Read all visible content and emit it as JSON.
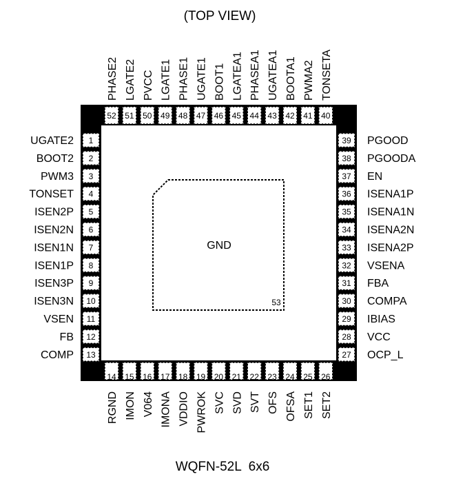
{
  "header": {
    "title": "(TOP VIEW)"
  },
  "footer": {
    "package": "WQFN-52L  6x6"
  },
  "colors": {
    "ink": "#000000",
    "background": "#ffffff"
  },
  "pad": {
    "label": "GND",
    "number": "53"
  },
  "pins": {
    "left": [
      {
        "num": "1",
        "name": "UGATE2"
      },
      {
        "num": "2",
        "name": "BOOT2"
      },
      {
        "num": "3",
        "name": "PWM3"
      },
      {
        "num": "4",
        "name": "TONSET"
      },
      {
        "num": "5",
        "name": "ISEN2P"
      },
      {
        "num": "6",
        "name": "ISEN2N"
      },
      {
        "num": "7",
        "name": "ISEN1N"
      },
      {
        "num": "8",
        "name": "ISEN1P"
      },
      {
        "num": "9",
        "name": "ISEN3P"
      },
      {
        "num": "10",
        "name": "ISEN3N"
      },
      {
        "num": "11",
        "name": "VSEN"
      },
      {
        "num": "12",
        "name": "FB"
      },
      {
        "num": "13",
        "name": "COMP"
      }
    ],
    "bottom": [
      {
        "num": "14",
        "name": "RGND"
      },
      {
        "num": "15",
        "name": "IMON"
      },
      {
        "num": "16",
        "name": "V064"
      },
      {
        "num": "17",
        "name": "IMONA"
      },
      {
        "num": "18",
        "name": "VDDIO"
      },
      {
        "num": "19",
        "name": "PWROK"
      },
      {
        "num": "20",
        "name": "SVC"
      },
      {
        "num": "21",
        "name": "SVD"
      },
      {
        "num": "22",
        "name": "SVT"
      },
      {
        "num": "23",
        "name": "OFS"
      },
      {
        "num": "24",
        "name": "OFSA"
      },
      {
        "num": "25",
        "name": "SET1"
      },
      {
        "num": "26",
        "name": "SET2"
      }
    ],
    "right": [
      {
        "num": "39",
        "name": "PGOOD"
      },
      {
        "num": "38",
        "name": "PGOODA"
      },
      {
        "num": "37",
        "name": "EN"
      },
      {
        "num": "36",
        "name": "ISENA1P"
      },
      {
        "num": "35",
        "name": "ISENA1N"
      },
      {
        "num": "34",
        "name": "ISENA2N"
      },
      {
        "num": "33",
        "name": "ISENA2P"
      },
      {
        "num": "32",
        "name": "VSENA"
      },
      {
        "num": "31",
        "name": "FBA"
      },
      {
        "num": "30",
        "name": "COMPA"
      },
      {
        "num": "29",
        "name": "IBIAS"
      },
      {
        "num": "28",
        "name": "VCC"
      },
      {
        "num": "27",
        "name": "OCP_L"
      }
    ],
    "top": [
      {
        "num": "52",
        "name": "PHASE2"
      },
      {
        "num": "51",
        "name": "LGATE2"
      },
      {
        "num": "50",
        "name": "PVCC"
      },
      {
        "num": "49",
        "name": "LGATE1"
      },
      {
        "num": "48",
        "name": "PHASE1"
      },
      {
        "num": "47",
        "name": "UGATE1"
      },
      {
        "num": "46",
        "name": "BOOT1"
      },
      {
        "num": "45",
        "name": "LGATEA1"
      },
      {
        "num": "44",
        "name": "PHASEA1"
      },
      {
        "num": "43",
        "name": "UGATEA1"
      },
      {
        "num": "42",
        "name": "BOOTA1"
      },
      {
        "num": "41",
        "name": "PWMA2"
      },
      {
        "num": "40",
        "name": "TONSETA"
      }
    ]
  }
}
